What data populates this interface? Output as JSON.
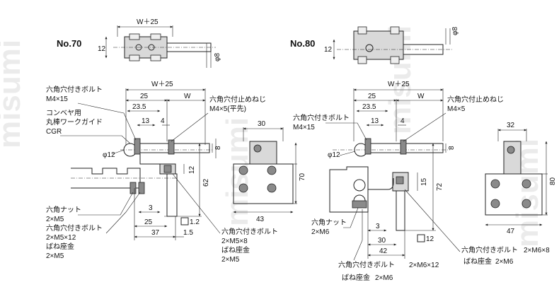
{
  "watermark": "misumi",
  "no70": {
    "title": "No.70",
    "top": {
      "h12": "12",
      "w25": "W＋25",
      "d8": "φ8"
    },
    "front": {
      "w25": "W＋25",
      "d25": "25",
      "dW": "W",
      "d235": "23.5",
      "d13": "13",
      "d4": "4",
      "d8": "8",
      "d12": "12",
      "d62": "62",
      "d3": "3",
      "d25b": "25",
      "d37": "37",
      "d15": "1.5",
      "box12": "1.2",
      "phi12": "φ12"
    },
    "labels": {
      "bolt_top_1": "六角穴付きボルト",
      "bolt_top_2": "M4×15",
      "guide_1": "コンベヤ用",
      "guide_2": "丸棒ワークガイド",
      "guide_3": "CGR",
      "set_1": "六角穴付止めねじ",
      "set_2": "M4×5(平先)",
      "nut_1": "六角ナット",
      "nut_2": "2×M5",
      "bolt_b1": "六角穴付きボルト",
      "bolt_b2": "2×M5×12",
      "washer_1": "ばね座金",
      "washer_2": "2×M5",
      "bolt_r1": "六角穴付きボルト",
      "bolt_r2": "2×M5×8",
      "washer_r1": "ばね座金",
      "washer_r2": "2×M5"
    },
    "side": {
      "d30": "30",
      "d70": "70",
      "d43": "43"
    }
  },
  "no80": {
    "title": "No.80",
    "top": {
      "h12": "12",
      "d8": "φ8"
    },
    "front": {
      "w25": "W＋25",
      "d25": "25",
      "dW": "W",
      "d235": "23.5",
      "d13": "13",
      "d4": "4",
      "d8": "8",
      "d15": "15",
      "d72": "72",
      "d3": "3",
      "d30": "30",
      "d42": "42",
      "box12": "12",
      "phi12": "φ12"
    },
    "labels": {
      "bolt_top_1": "六角穴付きボルト",
      "bolt_top_2": "M4×15",
      "set_1": "六角穴付止めねじ",
      "set_2": "M4×5",
      "nut_1": "六角ナット",
      "nut_2": "2×M6",
      "bolt_b1": "六角穴付きボルト",
      "bolt_b2": "2×M6×12",
      "washer_1": "ばね座金",
      "washer_2": "2×M6",
      "bolt_r1": "六角穴付きボルト",
      "bolt_r2": "2×M6×8",
      "washer_r1": "ばね座金",
      "washer_r2": "2×M6"
    },
    "side": {
      "d32": "32",
      "d80": "80",
      "d47": "47"
    }
  }
}
